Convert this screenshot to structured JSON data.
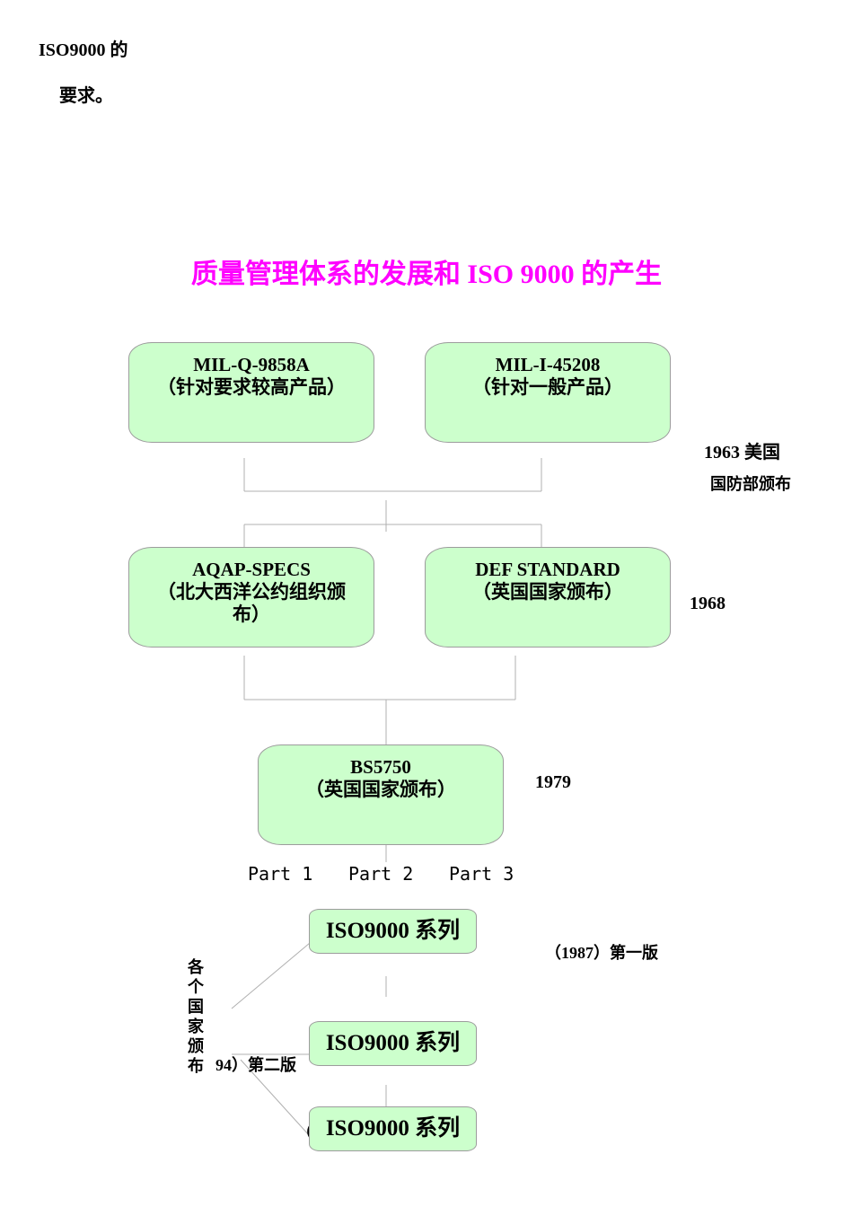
{
  "intro": {
    "line1": "ISO9000 的",
    "line2": "要求。"
  },
  "title": "质量管理体系的发展和 ISO 9000 的产生",
  "boxes": {
    "mil_q": {
      "code": "MIL-Q-9858A",
      "desc": "（针对要求较高产品）"
    },
    "mil_i": {
      "code": "MIL-I-45208",
      "desc": "（针对一般产品）"
    },
    "aqap": {
      "code": "AQAP-SPECS",
      "desc": "（北大西洋公约组织颁布）"
    },
    "def": {
      "code": "DEF STANDARD",
      "desc": "（英国国家颁布）"
    },
    "bs": {
      "code": "BS5750",
      "desc": "（英国国家颁布）"
    },
    "iso1": "ISO9000 系列",
    "iso2": "ISO9000 系列",
    "iso3": "ISO9000 系列"
  },
  "years": {
    "y1963_a": "1963 美国",
    "y1963_b": "国防部颁布",
    "y1968": "1968",
    "y1979": "1979",
    "y1987": "（1987）第一版",
    "y1994": "94）第二版",
    "y2000": "（2"
  },
  "parts": [
    "Part 1",
    "Part 2",
    "Part 3"
  ],
  "side_label": "各个国家颁布"
}
